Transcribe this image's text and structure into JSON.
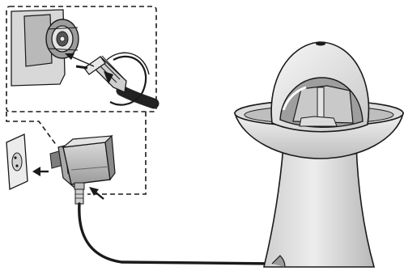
{
  "figure": {
    "elements": {
      "inset": "connector-detail-inset",
      "base_unit": "charging-base-unit",
      "adapter": "power-adapter",
      "socket": "wall-socket",
      "cable": "power-cable"
    },
    "arrows": [
      "insert-plug-arrow",
      "unplug-direction-arrow",
      "cable-connection-arrow"
    ],
    "colors": {
      "outline": "#1a1a1a",
      "light_grey": "#e6e6e6",
      "mid_grey": "#c4c4c4",
      "dark_grey": "#8c8c8c",
      "cable": "#222222"
    }
  }
}
